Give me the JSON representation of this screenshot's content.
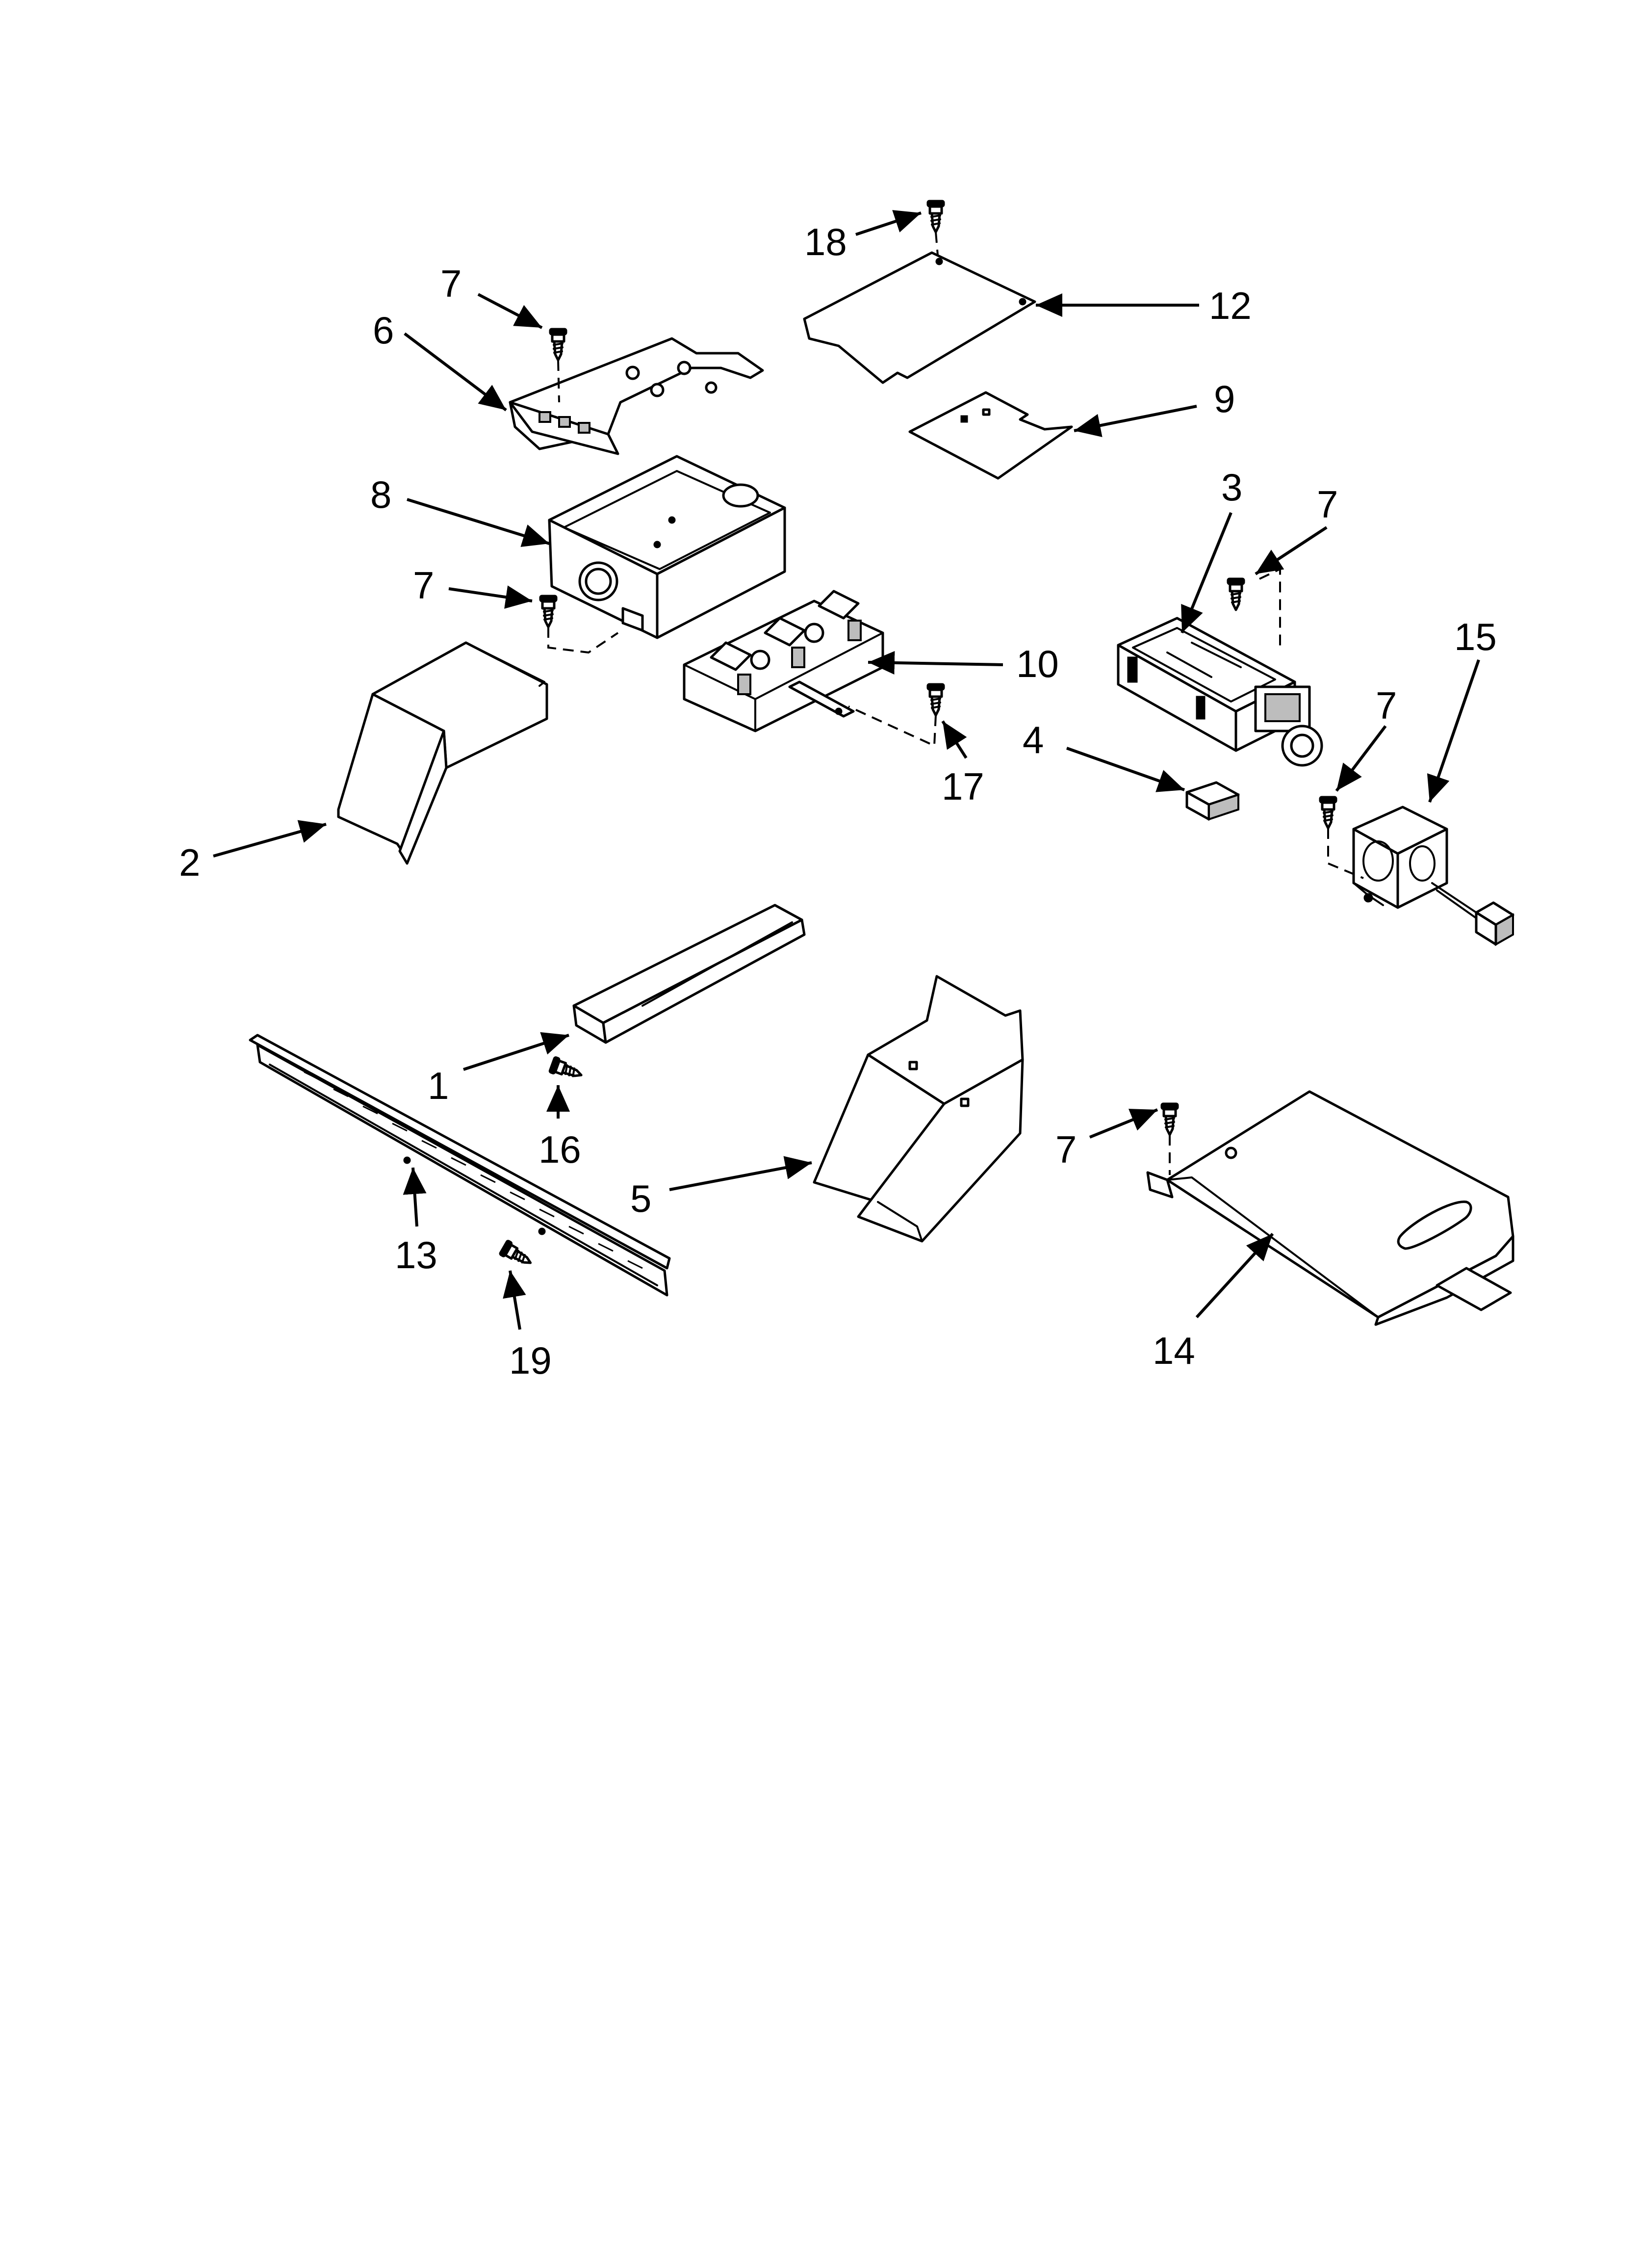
{
  "callouts": [
    "1",
    "2",
    "3",
    "4",
    "5",
    "6",
    "7",
    "8",
    "9",
    "10",
    "12",
    "13",
    "14",
    "15",
    "16",
    "17",
    "18",
    "19"
  ],
  "labels": {
    "p1": "1",
    "p2": "2",
    "p3": "3",
    "p4": "4",
    "p5": "5",
    "p6": "6",
    "p7a": "7",
    "p7b": "7",
    "p7c": "7",
    "p7d": "7",
    "p7e": "7",
    "p8": "8",
    "p9": "9",
    "p10": "10",
    "p12": "12",
    "p13": "13",
    "p14": "14",
    "p15": "15",
    "p16": "16",
    "p17": "17",
    "p18": "18",
    "p19": "19"
  }
}
